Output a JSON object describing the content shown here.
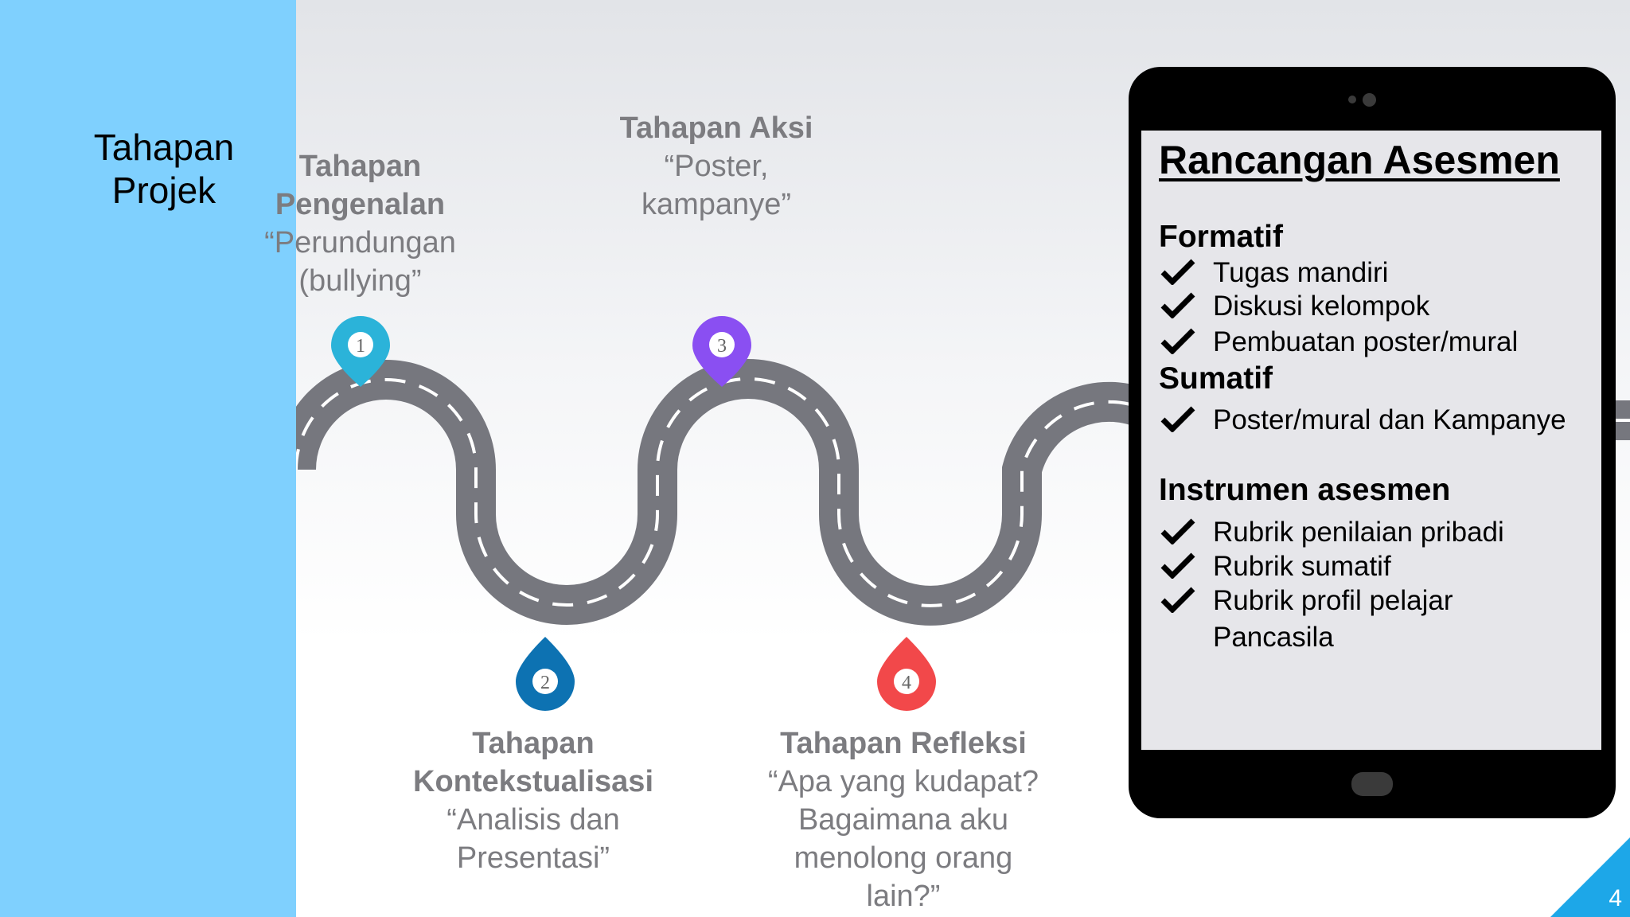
{
  "sidebar": {
    "title": "Tahapan\nProjek"
  },
  "stages": [
    {
      "number": "1",
      "title": "Tahapan\nPengenalan",
      "desc": "“Perundungan\n(bullying”",
      "color": "#2bb3d9"
    },
    {
      "number": "2",
      "title": "Tahapan\nKontekstualisasi",
      "desc": "“Analisis dan\nPresentasi”",
      "color": "#0d72b2"
    },
    {
      "number": "3",
      "title": "Tahapan Aksi",
      "desc": "“Poster,\nkampanye”",
      "color": "#8a4ff2"
    },
    {
      "number": "4",
      "title": "Tahapan Refleksi",
      "desc": "“Apa yang kudapat?\nBagaimana aku\nmenolong orang\nlain?”",
      "color": "#f2484a"
    }
  ],
  "assessment": {
    "title": "Rancangan Asesmen",
    "formatif_label": "Formatif",
    "formatif_items": [
      "Tugas mandiri",
      "Diskusi kelompok",
      "Pembuatan poster/mural"
    ],
    "sumatif_label": "Sumatif",
    "sumatif_items": [
      "Poster/mural dan Kampanye"
    ],
    "instrumen_label": "Instrumen asesmen",
    "instrumen_items": [
      "Rubrik penilaian pribadi",
      "Rubrik sumatif",
      "Rubrik profil pelajar\nPancasila"
    ]
  },
  "slide_number": "4",
  "colors": {
    "sidebar": "#7fd0fe",
    "road": "#76777e",
    "corner": "#1da7e8",
    "text_gray": "#7c7c80"
  }
}
